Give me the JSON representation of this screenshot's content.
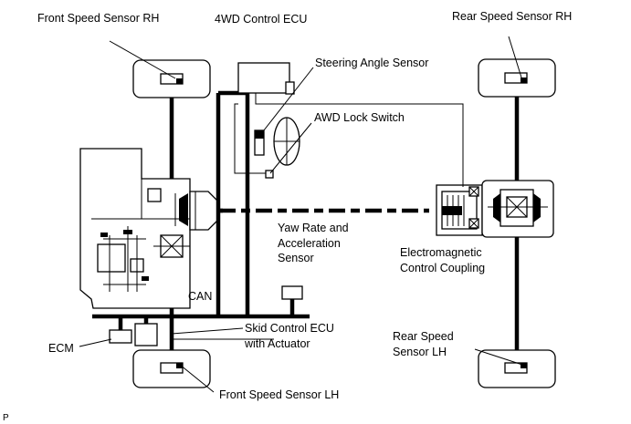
{
  "labels": {
    "front_speed_sensor_rh": "Front Speed Sensor RH",
    "fourwd_control_ecu": "4WD Control ECU",
    "rear_speed_sensor_rh": "Rear Speed Sensor RH",
    "steering_angle_sensor": "Steering Angle Sensor",
    "awd_lock_switch": "AWD Lock Switch",
    "yaw_rate_line1": "Yaw Rate and",
    "yaw_rate_line2": "Acceleration",
    "yaw_rate_line3": "Sensor",
    "emc_line1": "Electromagnetic",
    "emc_line2": "Control Coupling",
    "can": "CAN",
    "skid_line1": "Skid Control ECU",
    "skid_line2": "with Actuator",
    "ecm": "ECM",
    "rear_lh_line1": "Rear Speed",
    "rear_lh_line2": "Sensor LH",
    "front_speed_sensor_lh": "Front Speed Sensor LH"
  },
  "figure_code": "P"
}
